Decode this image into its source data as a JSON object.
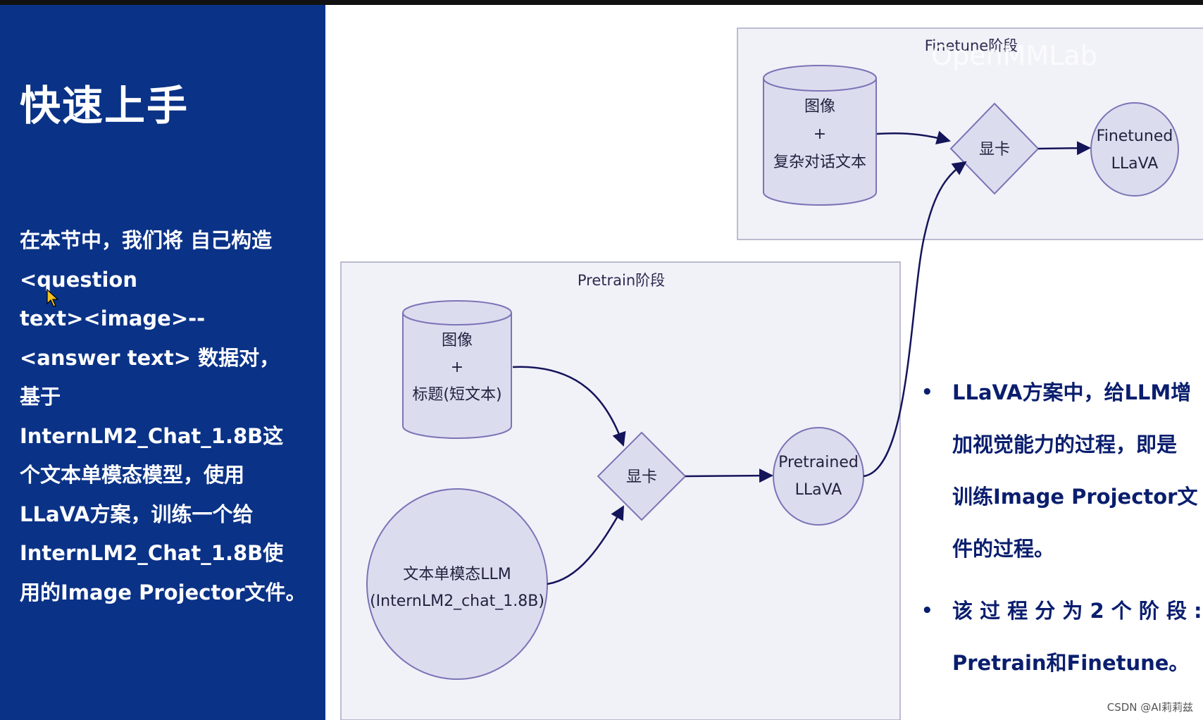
{
  "sidebar": {
    "title": "快速上手",
    "description_lines": [
      "在本节中，我们将 自己构造",
      "<question",
      "text><image>--",
      "<answer text> 数据对，",
      "基于",
      "InternLM2_Chat_1.8B这",
      "个文本单模态模型，使用",
      "LLaVA方案，训练一个给",
      "InternLM2_Chat_1.8B使",
      "用的Image Projector文件。"
    ]
  },
  "diagram": {
    "finetune_stage": {
      "label": "Finetune阶段",
      "watermark": "OpenMMLab",
      "data_db": [
        "图像",
        "+",
        "复杂对话文本"
      ],
      "gpu": "显卡",
      "output": [
        "Finetuned",
        "LLaVA"
      ]
    },
    "pretrain_stage": {
      "label": "Pretrain阶段",
      "data_db": [
        "图像",
        "+",
        "标题(短文本)"
      ],
      "llm": [
        "文本单模态LLM",
        "(InternLM2_chat_1.8B)"
      ],
      "gpu": "显卡",
      "output": [
        "Pretrained",
        "LLaVA"
      ]
    }
  },
  "bullets": [
    {
      "lines": [
        "LLaVA方案中，给LLM增",
        "加视觉能力的过程，即是",
        "训练Image  Projector文",
        "件的过程。"
      ]
    },
    {
      "lines": [
        "该 过 程 分 为 2 个 阶 段 :",
        "Pretrain和Finetune。"
      ]
    }
  ],
  "credit": "CSDN @AI莉莉兹",
  "colors": {
    "sidebar_bg": "#0a3287",
    "node_fill": "#dcdcef",
    "node_stroke": "#7a74b6",
    "arrow": "#14145a",
    "stage_bg": "#f1f1f8"
  }
}
